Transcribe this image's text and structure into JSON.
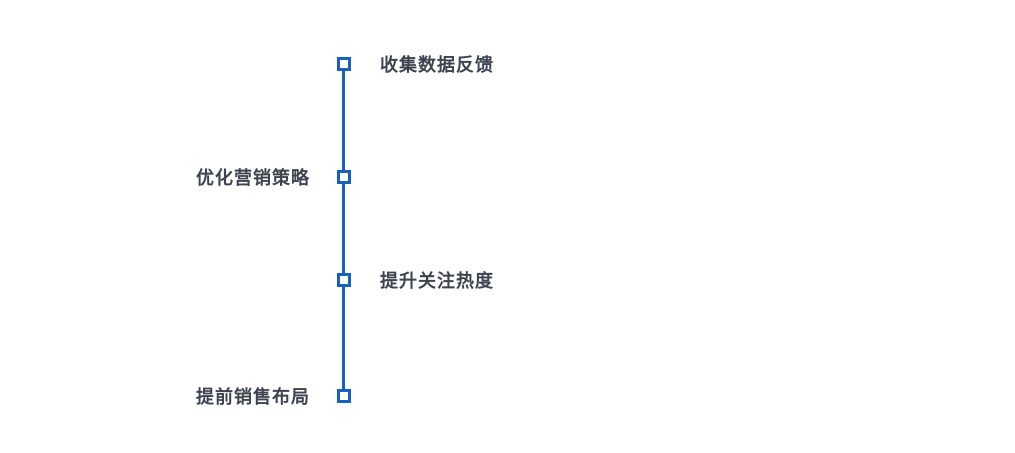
{
  "timeline": {
    "type": "vertical-timeline",
    "colors": {
      "line": "#1860c0",
      "marker_border": "#1860c0",
      "marker_fill": "#ffffff",
      "label_text": "#3d4450",
      "background": "#ffffff"
    },
    "items": [
      {
        "label": "收集数据反馈",
        "side": "right"
      },
      {
        "label": "优化营销策略",
        "side": "left"
      },
      {
        "label": "提升关注热度",
        "side": "right"
      },
      {
        "label": "提前销售布局",
        "side": "left"
      }
    ]
  }
}
